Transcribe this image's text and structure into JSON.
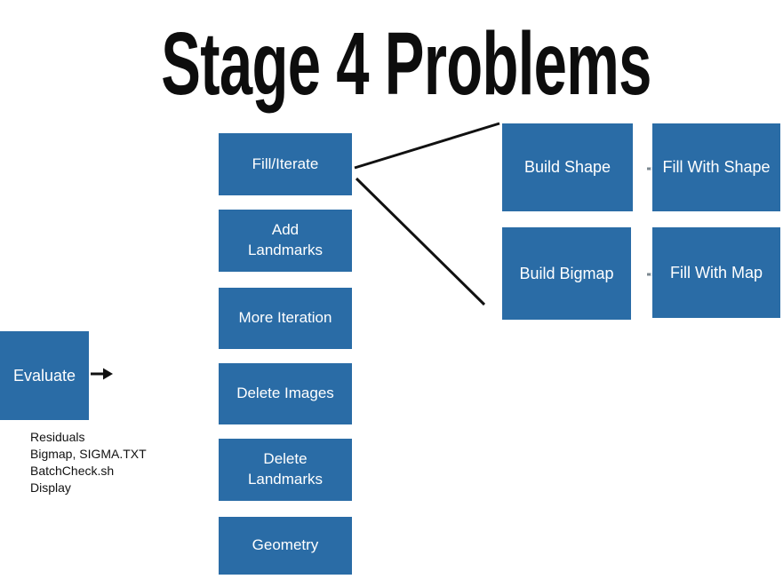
{
  "slide": {
    "title": "Stage 4 Problems"
  },
  "colors": {
    "box_fill": "#2a6ca6",
    "box_text": "#ffffff",
    "connector": "#111111",
    "note_text": "#111111"
  },
  "evaluate_box": {
    "label": "Evaluate"
  },
  "notes": {
    "lines": [
      "Residuals",
      "Bigmap, SIGMA.TXT",
      "BatchCheck.sh",
      "Display"
    ]
  },
  "middle_column": [
    {
      "label": "Fill/Iterate"
    },
    {
      "label": "Add\nLandmarks"
    },
    {
      "label": "More Iteration"
    },
    {
      "label": "Delete Images"
    },
    {
      "label": "Delete\nLandmarks"
    },
    {
      "label": "Geometry"
    }
  ],
  "right_grid": [
    {
      "label": "Build Shape"
    },
    {
      "label": "Fill With Shape"
    },
    {
      "label": "Build Bigmap"
    },
    {
      "label": "Fill With Map"
    }
  ]
}
